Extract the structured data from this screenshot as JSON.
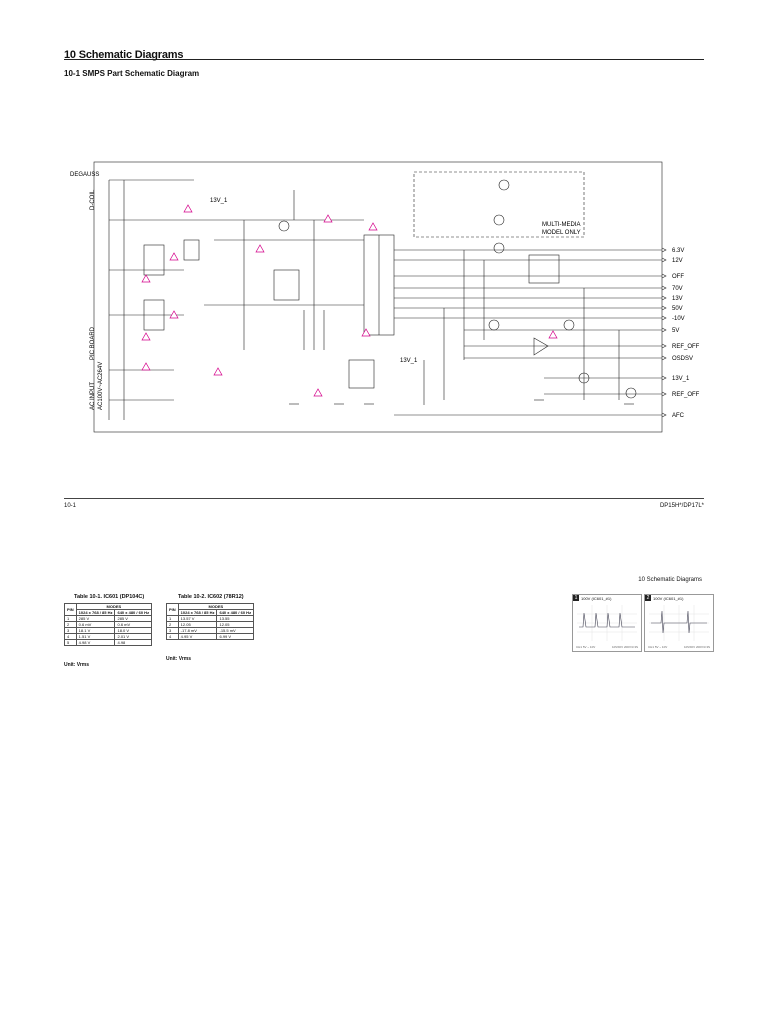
{
  "header": {
    "section_title": "10 Schematic Diagrams",
    "subsection_title": "10-1 SMPS Part Schematic Diagram"
  },
  "schematic": {
    "left_labels": [
      "DEGAUSS",
      "D-COIL",
      "PIC BOARD",
      "AC INPUT",
      "AC100V~AC264V"
    ],
    "top_labels": [
      "13V_1",
      "MULTI-MEDIA",
      "MODEL ONLY"
    ],
    "mid_label": "13V_1",
    "right_outputs": [
      "6.3V",
      "12V",
      "OFF",
      "70V",
      "13V",
      "50V",
      "-10V",
      "5V",
      "REF_OFF",
      "OSDSV",
      "13V_1",
      "REF_OFF",
      "AFC"
    ]
  },
  "footer": {
    "page": "10-1",
    "model": "DP15H*/DP17L*"
  },
  "page2": {
    "header": "10 Schematic Diagrams"
  },
  "table1": {
    "caption": "Table 10-1. IC601 (DP104C)",
    "pin_label": "PIN",
    "modes_label": "MODES",
    "mode_cols": [
      "1024 x 768 / 85 Hz",
      "640 x 480 / 60 Hz"
    ],
    "rows": [
      [
        "1",
        "285 V",
        "285 V"
      ],
      [
        "2",
        "0.6 mV",
        "0.6 mV"
      ],
      [
        "3",
        "18.1 V",
        "18.0 V"
      ],
      [
        "4",
        "1.51 V",
        "2.01 V"
      ],
      [
        "5",
        "4.98 V",
        "4.98"
      ]
    ],
    "unit": "Unit: Vrms"
  },
  "table2": {
    "caption": "Table 10-2. IC602 (78R12)",
    "pin_label": "PIN",
    "modes_label": "MODES",
    "mode_cols": [
      "1024 x 768 / 85 Hz",
      "640 x 480 / 60 Hz"
    ],
    "rows": [
      [
        "1",
        "13.57 V",
        "13.55"
      ],
      [
        "2",
        "12.05",
        "12.05"
      ],
      [
        "3",
        "-17.8 mV",
        "-15.5 mV"
      ],
      [
        "4",
        "4.95 V",
        "6.99 V"
      ]
    ],
    "unit": "Unit: Vrms"
  },
  "waveforms": [
    {
      "num": "1",
      "title": "100V (IC601_#1)",
      "foot_l": "CH1 5V ~ 10V",
      "foot_r": "10V/DIV  200V/3.3S"
    },
    {
      "num": "2",
      "title": "100V (IC601_#1)",
      "foot_l": "CH1 5V ~ 10V",
      "foot_r": "10V/DIV  200V/3.3S"
    }
  ],
  "colors": {
    "ink": "#222222",
    "warning": "#d4008a",
    "grid": "#dddddd"
  }
}
